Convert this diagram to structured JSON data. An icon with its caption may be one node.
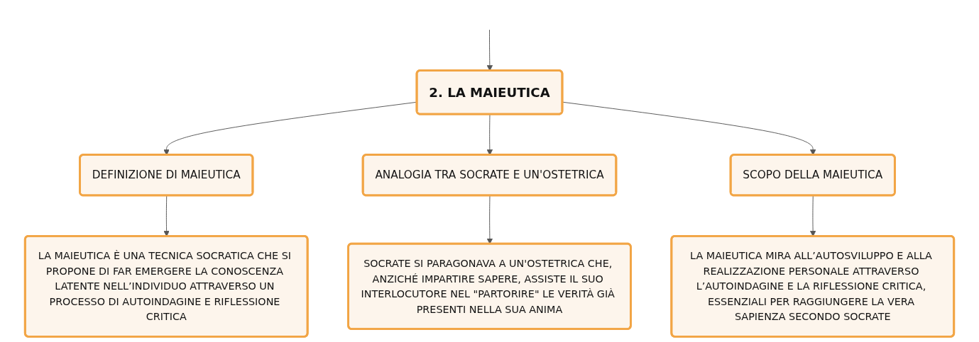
{
  "diagram": {
    "nodes": [
      {
        "text": [
          "2. LA MAIEUTICA"
        ]
      },
      {
        "text": [
          "DEFINIZIONE DI MAIEUTICA"
        ]
      },
      {
        "text": [
          "ANALOGIA TRA SOCRATE E UN'OSTETRICA"
        ]
      },
      {
        "text": [
          "SCOPO DELLA MAIEUTICA"
        ]
      },
      {
        "text": [
          "LA MAIEUTICA È UNA TECNICA SOCRATICA CHE SI PROPONE DI FAR EMERGERE LA CONOSCENZA LATENTE NELL’INDIVIDUO ATTRAVERSO UN PROCESSO DI AUTOINDAGINE E RIFLESSIONE CRITICA"
        ]
      },
      {
        "text": [
          "SOCRATE SI PARAGONAVA A UN'OSTETRICA CHE, ANZICHÉ IMPARTIRE SAPERE, ASSISTE IL SUO INTERLOCUTORE NEL \"PARTORIRE\" LE VERITÀ GIÀ PRESENTI NELLA SUA ANIMA"
        ]
      },
      {
        "text": [
          "LA MAIEUTICA MIRA ALL’AUTOSVILUPPO E ALLA REALIZZAZIONE PERSONALE ATTRAVERSO L’AUTOINDAGINE E LA RIFLESSIONE CRITICA, ESSENZIALI PER RAGGIUNGERE LA VERA SAPIENZA SECONDO SOCRATE"
        ]
      }
    ],
    "edges": [
      {
        "from": null,
        "to": 0,
        "arrow": "to"
      },
      {
        "from": 0,
        "to": 1,
        "arrow": "to"
      },
      {
        "from": 0,
        "to": 2,
        "arrow": "to"
      },
      {
        "from": 0,
        "to": 3,
        "arrow": "to"
      },
      {
        "from": 1,
        "to": 4,
        "arrow": "to"
      },
      {
        "from": 2,
        "to": 5,
        "arrow": "to"
      },
      {
        "from": 3,
        "to": 6,
        "arrow": "to"
      }
    ]
  }
}
